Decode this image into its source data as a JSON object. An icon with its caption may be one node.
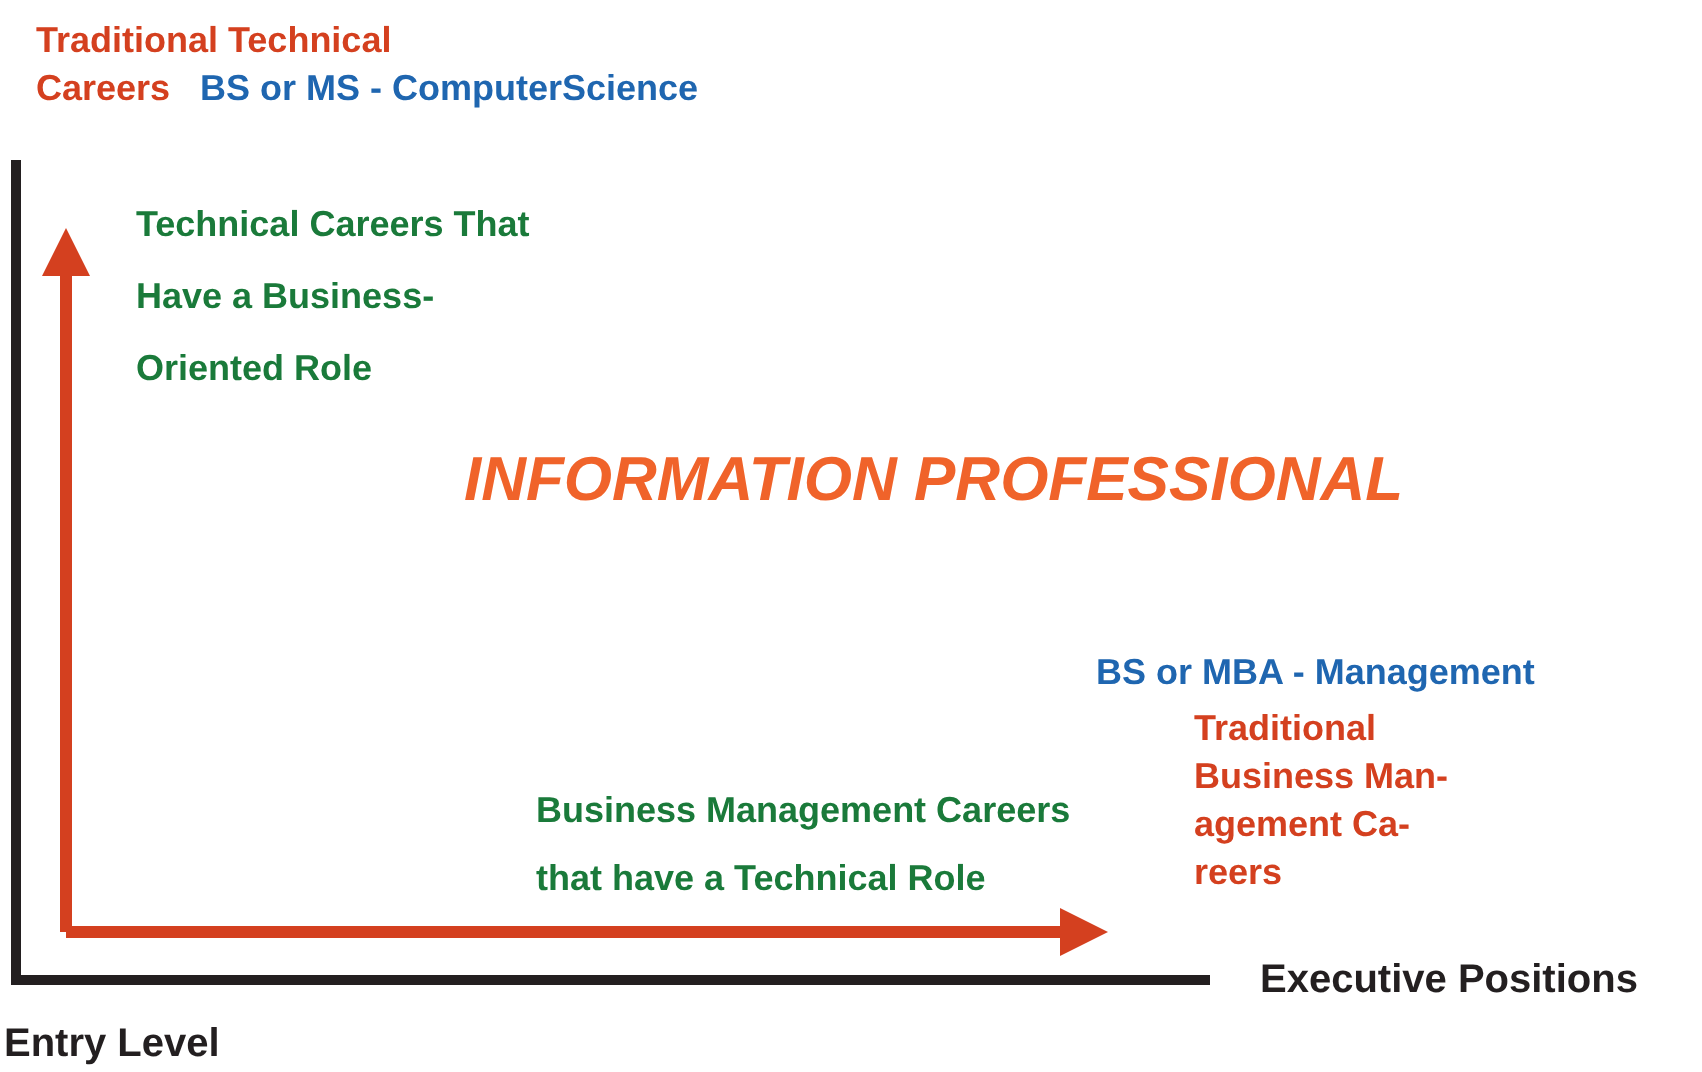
{
  "diagram": {
    "title": "INFORMATION PROFESSIONAL",
    "labels": [
      "Traditional Technical Careers",
      "BS or MS - ComputerScience",
      "Technical Careers That Have a Business-Oriented Role",
      "BS or MBA - Management",
      "Traditional Business Man- agement Ca- reers",
      "Business Management Careers that have a Technical Role",
      "Executive Positions",
      "Entry Level"
    ]
  }
}
